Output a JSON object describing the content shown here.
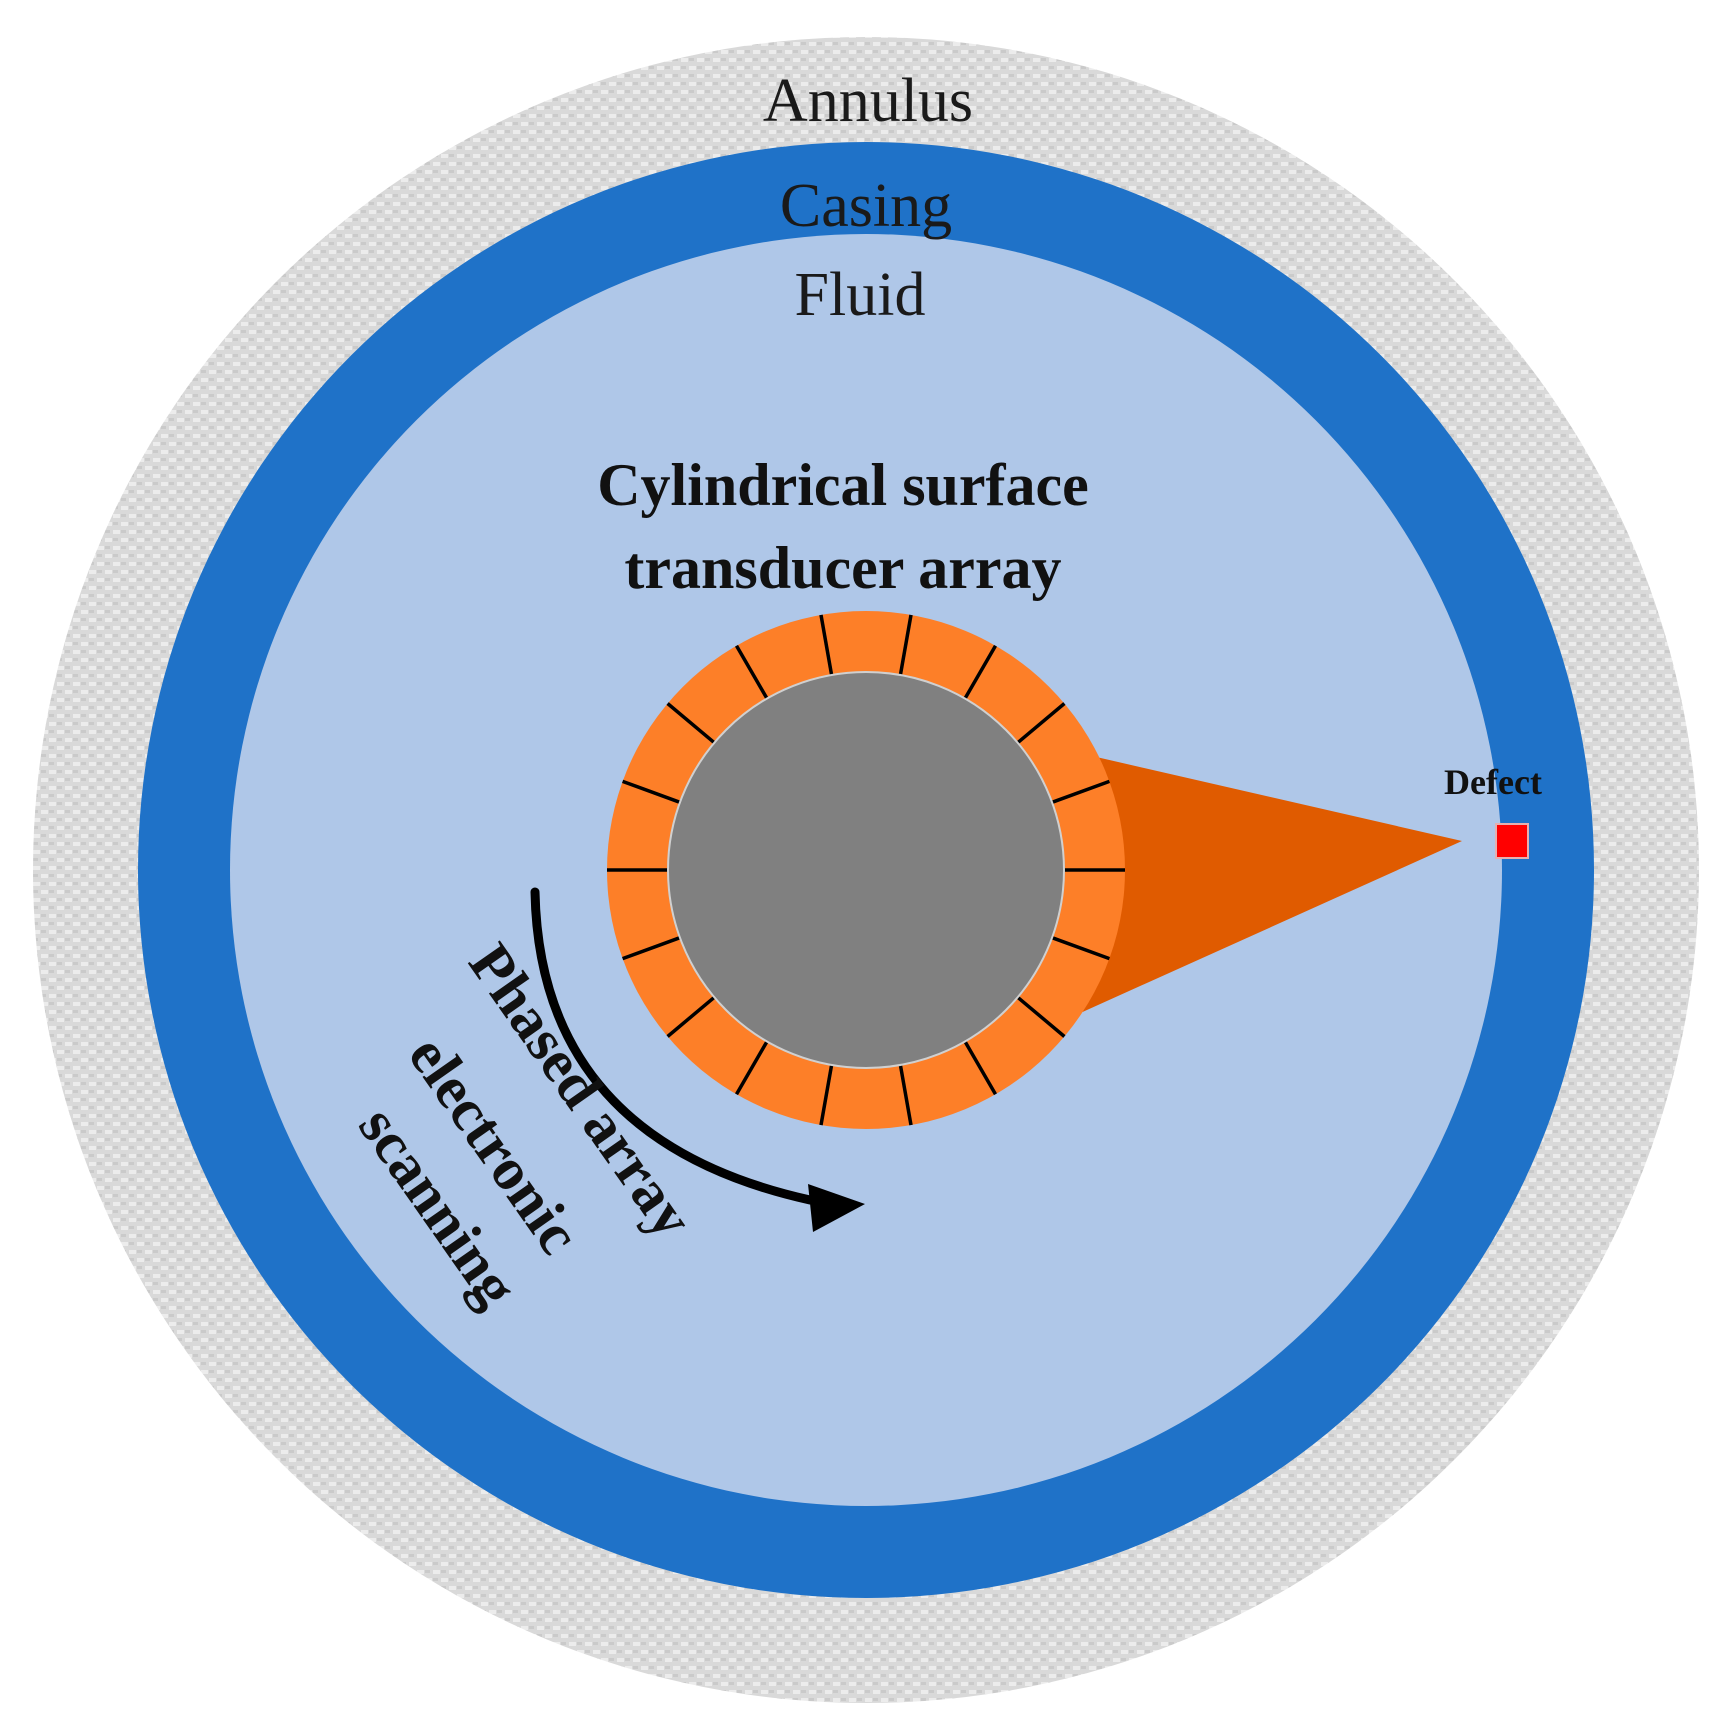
{
  "labels": {
    "annulus": "Annulus",
    "casing": "Casing",
    "fluid": "Fluid",
    "array_line1": "Cylindrical surface",
    "array_line2": "transducer array",
    "scan_line1": "Phased array",
    "scan_line2": "electronic",
    "scan_line3": "scanning",
    "defect": "Defect"
  },
  "colors": {
    "annulus": "#d9d9d9",
    "casing": "#1f72c8",
    "fluid": "#afc7e8",
    "transducer_ring": "#fd7f28",
    "beam": "#e05b00",
    "core": "#808080",
    "defect": "#ff0000",
    "arrow": "#000000"
  },
  "transducer": {
    "element_count": 18
  },
  "icons": {
    "scan_arrow": "curved-arrow-icon"
  }
}
